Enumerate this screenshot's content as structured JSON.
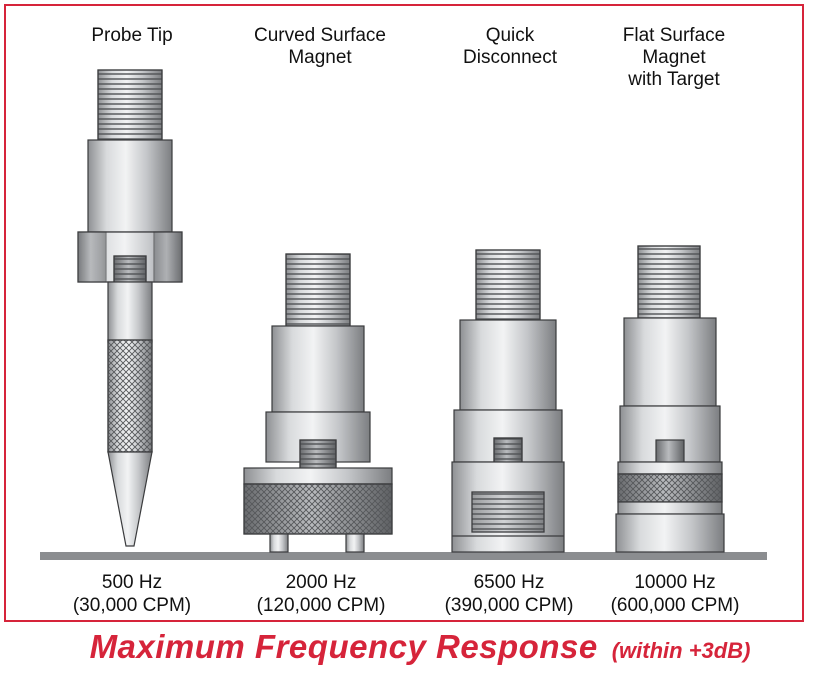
{
  "accessories": [
    {
      "label": "Probe Tip",
      "freq": "500 Hz",
      "cpm": "(30,000 CPM)"
    },
    {
      "label": "Curved Surface\nMagnet",
      "freq": "2000 Hz",
      "cpm": "(120,000 CPM)"
    },
    {
      "label": "Quick\nDisconnect",
      "freq": "6500 Hz",
      "cpm": "(390,000 CPM)"
    },
    {
      "label": "Flat Surface\nMagnet\nwith Target",
      "freq": "10000 Hz",
      "cpm": "(600,000 CPM)"
    }
  ],
  "headline": {
    "main": "Maximum Frequency Response",
    "sub": "(within +3dB)"
  },
  "colors": {
    "accent": "#d6243a",
    "metal": "#c9cbcd",
    "ground": "#8b8d90"
  }
}
